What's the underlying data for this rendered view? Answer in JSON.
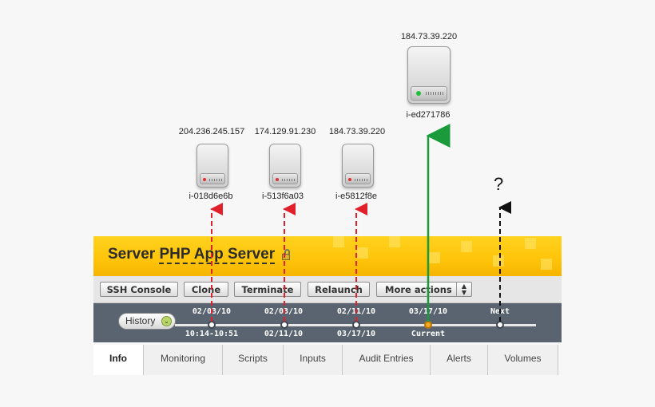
{
  "diagram": {
    "top_server": {
      "ip": "184.73.39.220",
      "id": "i-ed271786"
    },
    "servers": [
      {
        "ip": "204.236.245.157",
        "id": "i-018d6e6b"
      },
      {
        "ip": "174.129.91.230",
        "id": "i-513f6a03"
      },
      {
        "ip": "184.73.39.220",
        "id": "i-e5812f8e"
      }
    ],
    "future_label": "?",
    "colors": {
      "past_arrow": "#e0202a",
      "current_arrow": "#1a9a3a",
      "future_arrow": "#111111"
    }
  },
  "header": {
    "prefix": "Server",
    "name": "PHP App Server",
    "lock_icon": "unlock-icon"
  },
  "toolbar": {
    "ssh": "SSH Console",
    "clone": "Clone",
    "terminate": "Terminate",
    "relaunch": "Relaunch",
    "more": "More actions"
  },
  "timeline": {
    "history": "History",
    "points": [
      {
        "top": "02/03/10",
        "bottom": "10:14-10:51"
      },
      {
        "top": "02/03/10",
        "bottom": "02/11/10"
      },
      {
        "top": "02/11/10",
        "bottom": "03/17/10"
      },
      {
        "top": "03/17/10",
        "bottom": "Current"
      },
      {
        "top": "Next",
        "bottom": ""
      }
    ]
  },
  "tabs": [
    "Info",
    "Monitoring",
    "Scripts",
    "Inputs",
    "Audit Entries",
    "Alerts",
    "Volumes"
  ]
}
